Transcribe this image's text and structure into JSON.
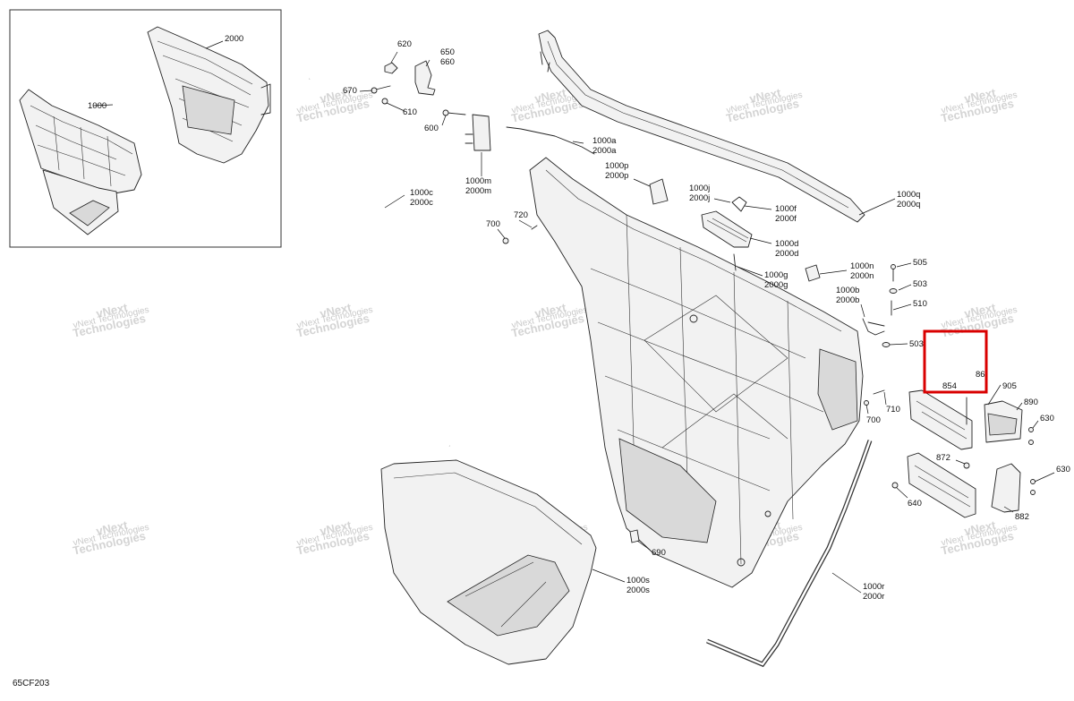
{
  "diagram": {
    "reference": "65CF203",
    "watermark": {
      "line1": "vNext",
      "line2": "Technologies",
      "inline": "vNext Technologies"
    },
    "inset_callouts": [
      "1000",
      "2000"
    ],
    "callouts": [
      {
        "id": "620",
        "lines": [
          "620"
        ]
      },
      {
        "id": "650",
        "lines": [
          "650",
          "660"
        ]
      },
      {
        "id": "670",
        "lines": [
          "670"
        ]
      },
      {
        "id": "610",
        "lines": [
          "610"
        ]
      },
      {
        "id": "600",
        "lines": [
          "600"
        ]
      },
      {
        "id": "1000m",
        "lines": [
          "1000m",
          "2000m"
        ]
      },
      {
        "id": "1000a",
        "lines": [
          "1000a",
          "2000a"
        ]
      },
      {
        "id": "1000p",
        "lines": [
          "1000p",
          "2000p"
        ]
      },
      {
        "id": "1000j",
        "lines": [
          "1000j",
          "2000j"
        ]
      },
      {
        "id": "1000f",
        "lines": [
          "1000f",
          "2000f"
        ]
      },
      {
        "id": "1000d",
        "lines": [
          "1000d",
          "2000d"
        ]
      },
      {
        "id": "1000g",
        "lines": [
          "1000g",
          "2000g"
        ]
      },
      {
        "id": "1000q",
        "lines": [
          "1000q",
          "2000q"
        ]
      },
      {
        "id": "1000c",
        "lines": [
          "1000c",
          "2000c"
        ]
      },
      {
        "id": "700a",
        "lines": [
          "700"
        ]
      },
      {
        "id": "720",
        "lines": [
          "720"
        ]
      },
      {
        "id": "1000n",
        "lines": [
          "1000n",
          "2000n"
        ]
      },
      {
        "id": "1000b",
        "lines": [
          "1000b",
          "2000b"
        ]
      },
      {
        "id": "505",
        "lines": [
          "505"
        ]
      },
      {
        "id": "503a",
        "lines": [
          "503"
        ]
      },
      {
        "id": "510",
        "lines": [
          "510"
        ]
      },
      {
        "id": "503b",
        "lines": [
          "503"
        ]
      },
      {
        "id": "854",
        "lines": [
          "854"
        ]
      },
      {
        "id": "86x",
        "lines": [
          "86"
        ]
      },
      {
        "id": "905",
        "lines": [
          "905"
        ]
      },
      {
        "id": "890",
        "lines": [
          "890"
        ]
      },
      {
        "id": "630a",
        "lines": [
          "630"
        ]
      },
      {
        "id": "700b",
        "lines": [
          "700"
        ]
      },
      {
        "id": "710",
        "lines": [
          "710"
        ]
      },
      {
        "id": "872",
        "lines": [
          "872"
        ]
      },
      {
        "id": "630b",
        "lines": [
          "630"
        ]
      },
      {
        "id": "640",
        "lines": [
          "640"
        ]
      },
      {
        "id": "882",
        "lines": [
          "882"
        ]
      },
      {
        "id": "690",
        "lines": [
          "690"
        ]
      },
      {
        "id": "1000s",
        "lines": [
          "1000s",
          "2000s"
        ]
      },
      {
        "id": "1000r",
        "lines": [
          "1000r",
          "2000r"
        ]
      }
    ]
  }
}
